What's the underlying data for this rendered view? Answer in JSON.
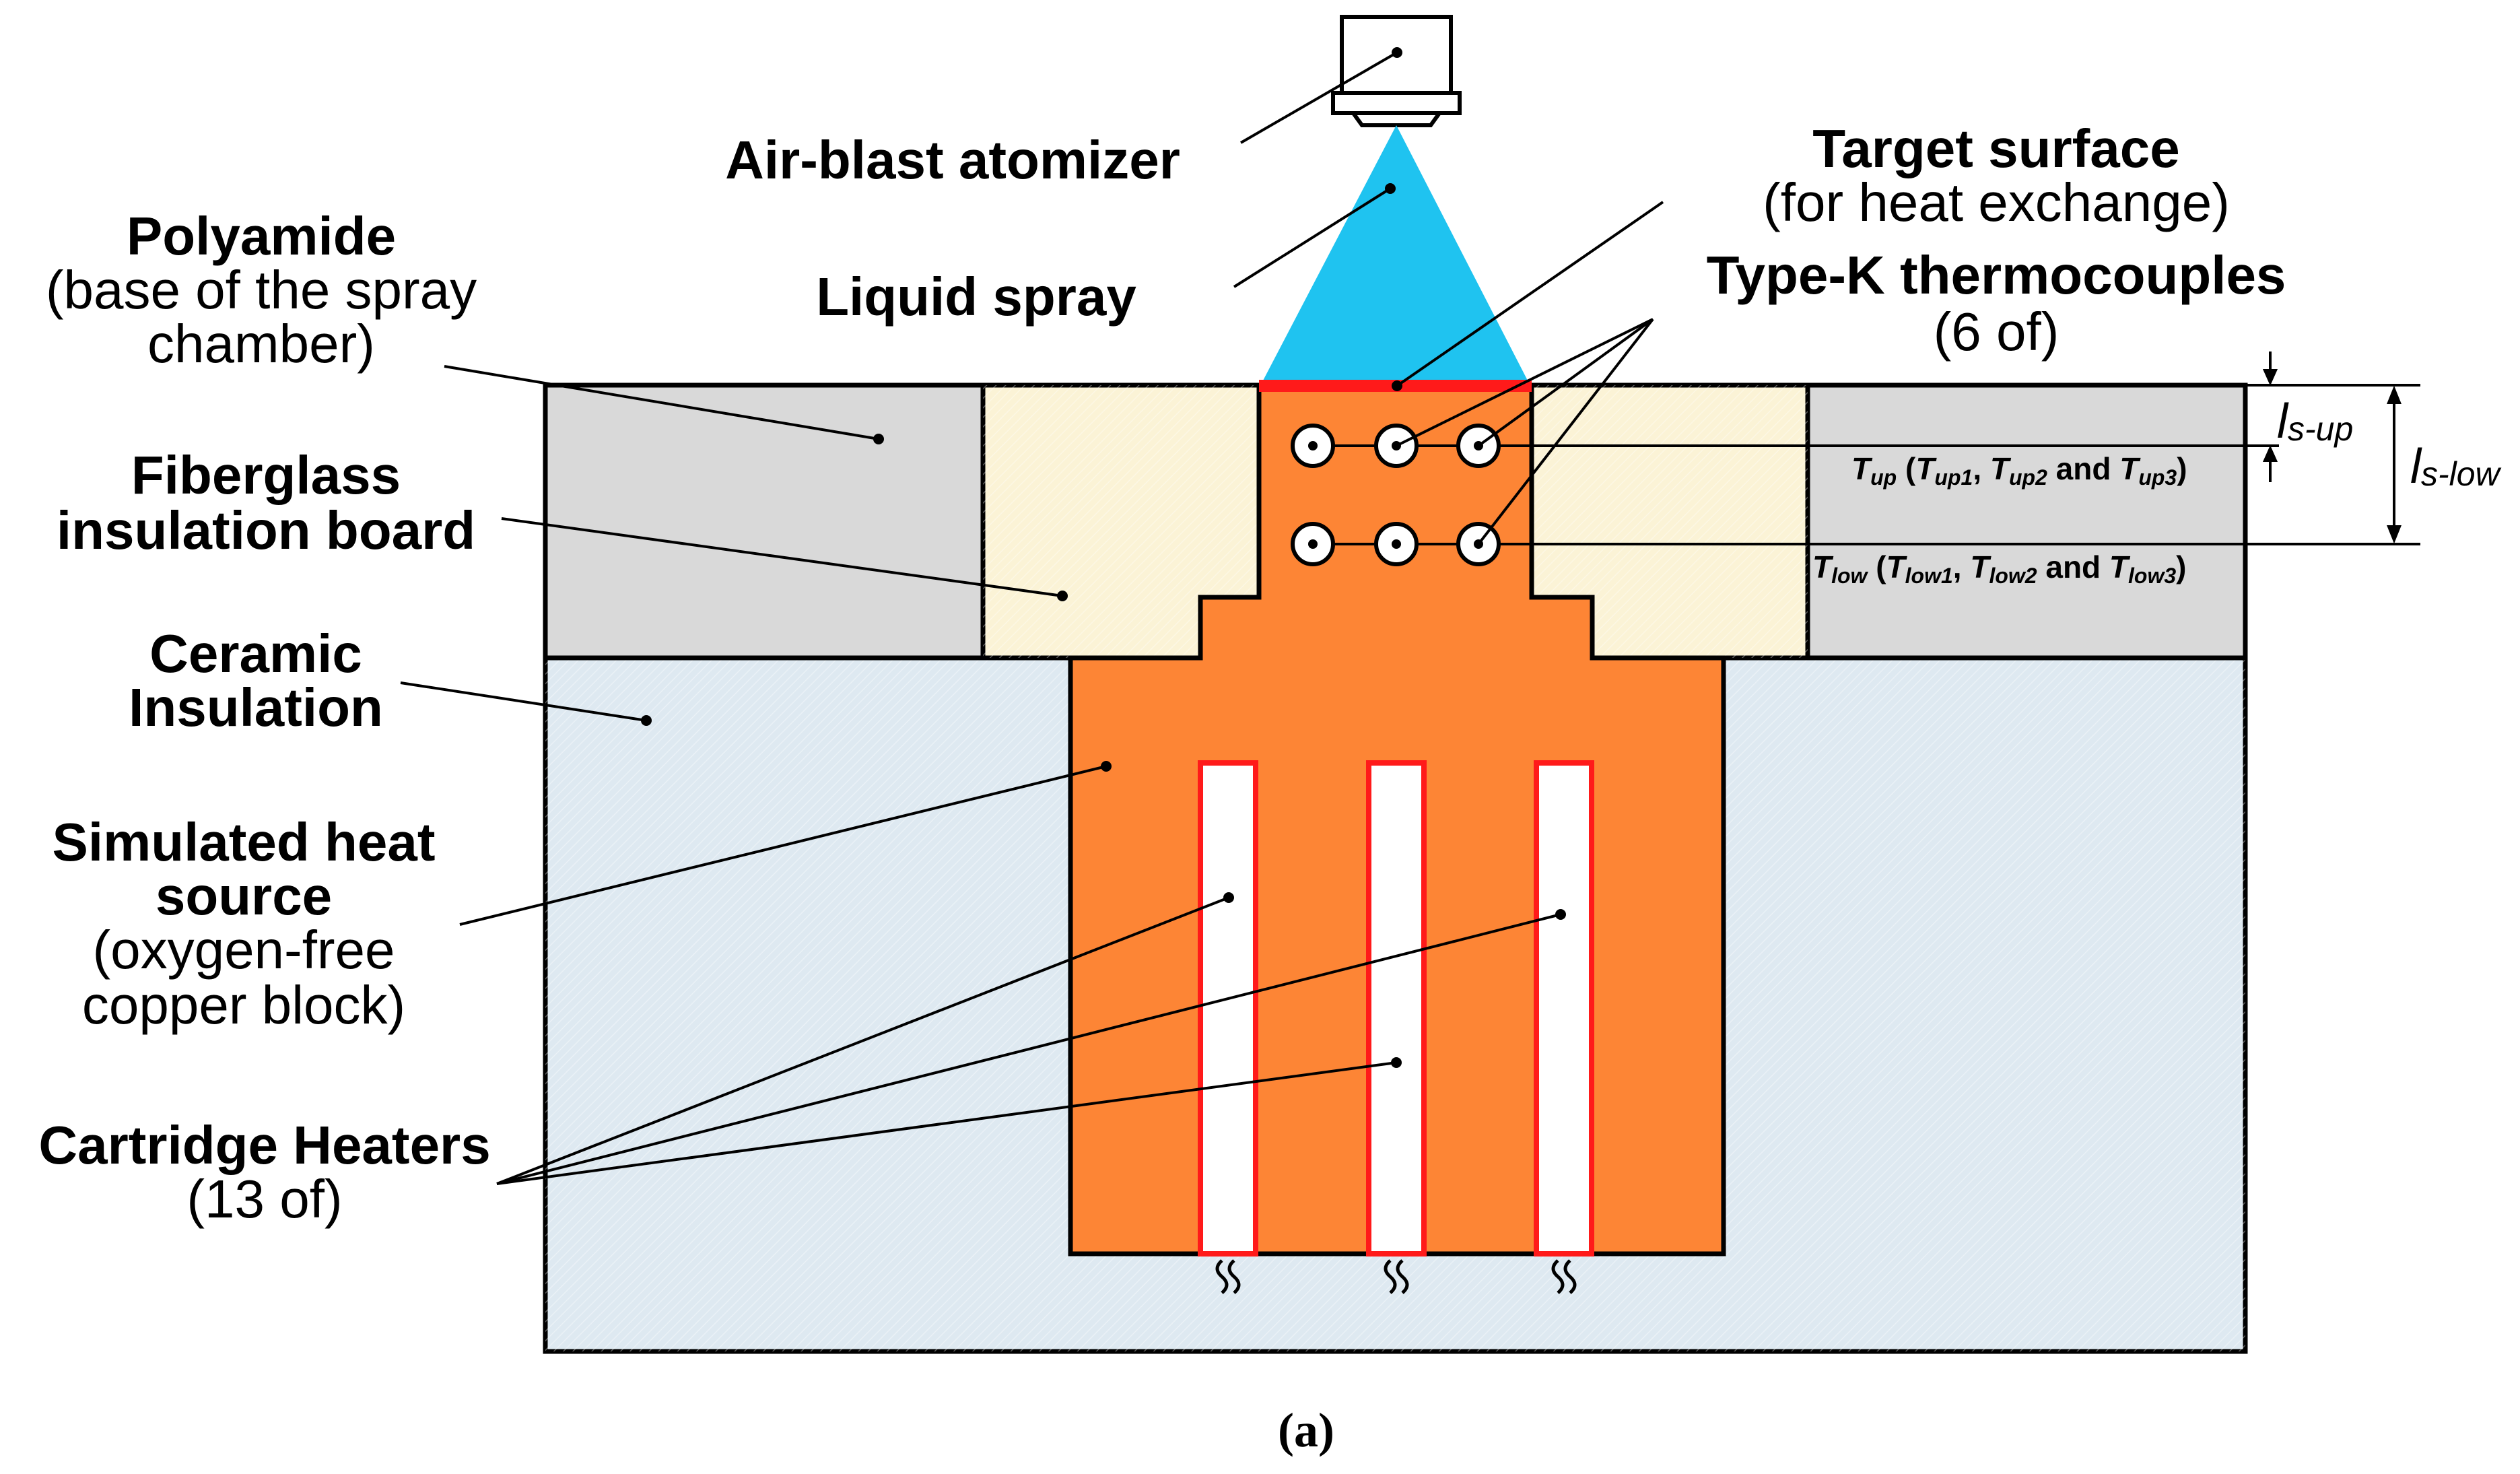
{
  "labels": {
    "atomizer": "Air-blast atomizer",
    "spray": "Liquid spray",
    "target_title": "Target surface",
    "target_sub": "(for heat exchange)",
    "thermo_title": "Type-K thermocouples",
    "thermo_sub": "(6 of)",
    "polyamide_title": "Polyamide",
    "polyamide_sub1": "(base of the spray",
    "polyamide_sub2": "chamber)",
    "fiberglass_1": "Fiberglass",
    "fiberglass_2": "insulation board",
    "ceramic_1": "Ceramic",
    "ceramic_2": "Insulation",
    "heat_1": "Simulated heat",
    "heat_2": "source",
    "heat_3": "(oxygen-free",
    "heat_4": "copper block)",
    "heaters_title": "Cartridge Heaters",
    "heaters_sub": "(13 of)",
    "caption": "(a)"
  },
  "symbols": {
    "ls_up_main": "l",
    "ls_up_sub": "s-up",
    "ls_low_main": "l",
    "ls_low_sub": "s-low",
    "tup": {
      "T": "T",
      "sub": "up",
      "open": " (",
      "T1": "T",
      "s1": "up1",
      "comma": ",  ",
      "T2": "T",
      "s2": "up2",
      "and": " and ",
      "T3": "T",
      "s3": "up3",
      "close": ")"
    },
    "tlow": {
      "T": "T",
      "sub": "low",
      "open": " (",
      "T1": "T",
      "s1": "low1",
      "comma": ",  ",
      "T2": "T",
      "s2": "low2",
      "and": " and ",
      "T3": "T",
      "s3": "low3",
      "close": ")"
    }
  },
  "colors": {
    "polyamide": "#d9d9d9",
    "fiberglass": "#fbf3d6",
    "ceramic": "#dee9f1",
    "copper": "#fd8535",
    "spray": "#1fc3f0",
    "target": "#ff1a1a",
    "heater_fill": "#ffffff",
    "heater_border": "#ff1a1a"
  }
}
